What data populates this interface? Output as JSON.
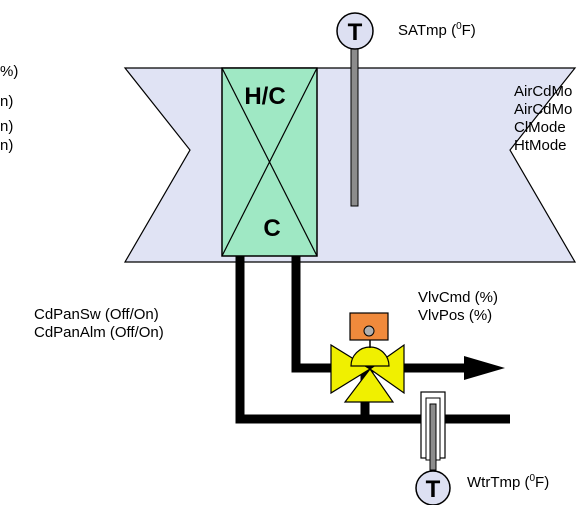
{
  "coil": {
    "top_label": "H/C",
    "bottom_label": "C",
    "fill_color": "#9fe8c4"
  },
  "supply_air_sensor": {
    "symbol": "T",
    "label_prefix": "SATmp (",
    "label_sup": "0",
    "label_suffix": "F)"
  },
  "water_sensor": {
    "symbol": "T",
    "label_prefix": "WtrTmp (",
    "label_sup": "0",
    "label_suffix": "F)"
  },
  "left_points": [
    "%)",
    "n)",
    "n)",
    "n)"
  ],
  "right_points": [
    "AirCdMo",
    "AirCdMo",
    "ClMode",
    "HtMode"
  ],
  "panel_points": [
    "CdPanSw (Off/On)",
    "CdPanAlm (Off/On)"
  ],
  "valve_points": [
    "VlvCmd (%)",
    "VlvPos (%)"
  ],
  "colors": {
    "duct": "#e0e3f4",
    "valve": "#f0f000",
    "actuator": "#f08a3c",
    "pipe": "#000000"
  }
}
